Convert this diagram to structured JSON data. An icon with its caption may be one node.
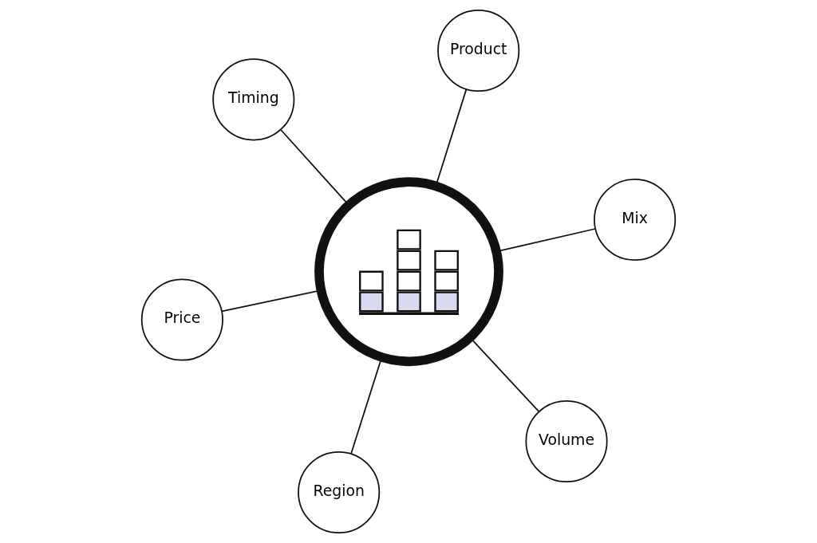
{
  "diagram": {
    "nodes": [
      {
        "text": [
          "Price"
        ]
      },
      {
        "text": [
          "Volume"
        ]
      },
      {
        "text": [],
        "shape": "picture"
      },
      {
        "text": [
          "Timing"
        ]
      },
      {
        "text": [
          "Mix"
        ]
      },
      {
        "text": [
          "Product"
        ]
      },
      {
        "text": [
          "Region"
        ]
      }
    ],
    "edges": [
      {
        "from": 0,
        "to": 2,
        "arrow": "none"
      },
      {
        "from": 1,
        "to": 2,
        "arrow": "none"
      },
      {
        "from": 3,
        "to": 2,
        "arrow": "none"
      },
      {
        "from": 4,
        "to": 2,
        "arrow": "none"
      },
      {
        "from": 5,
        "to": 2,
        "arrow": "none"
      },
      {
        "from": 6,
        "to": 2,
        "arrow": "none"
      }
    ]
  }
}
